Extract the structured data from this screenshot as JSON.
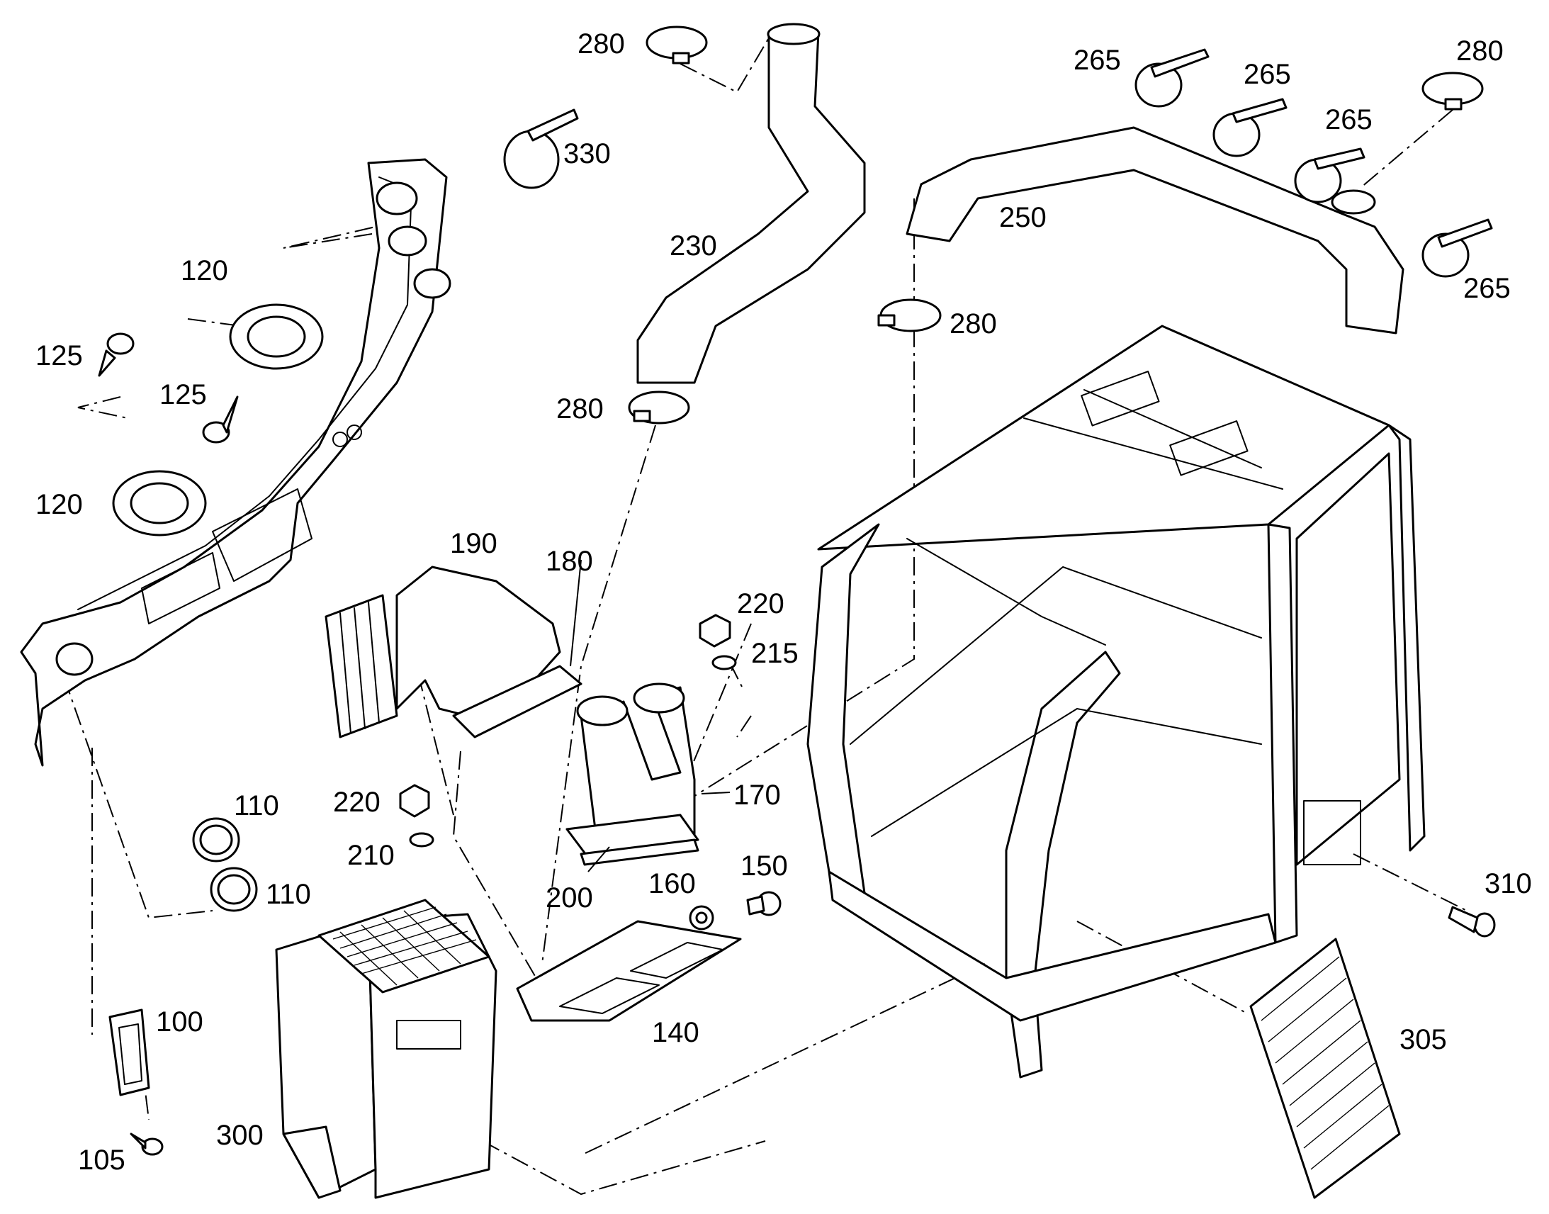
{
  "labels": {
    "l100": "100",
    "l105": "105",
    "l110a": "110",
    "l110b": "110",
    "l120a": "120",
    "l120b": "120",
    "l125a": "125",
    "l125b": "125",
    "l140": "140",
    "l150": "150",
    "l160": "160",
    "l170": "170",
    "l180": "180",
    "l190": "190",
    "l200": "200",
    "l210": "210",
    "l215": "215",
    "l220a": "220",
    "l220b": "220",
    "l230": "230",
    "l250": "250",
    "l265a": "265",
    "l265b": "265",
    "l265c": "265",
    "l265d": "265",
    "l280a": "280",
    "l280b": "280",
    "l280c": "280",
    "l280d": "280",
    "l300": "300",
    "l305": "305",
    "l310": "310",
    "l330": "330"
  }
}
